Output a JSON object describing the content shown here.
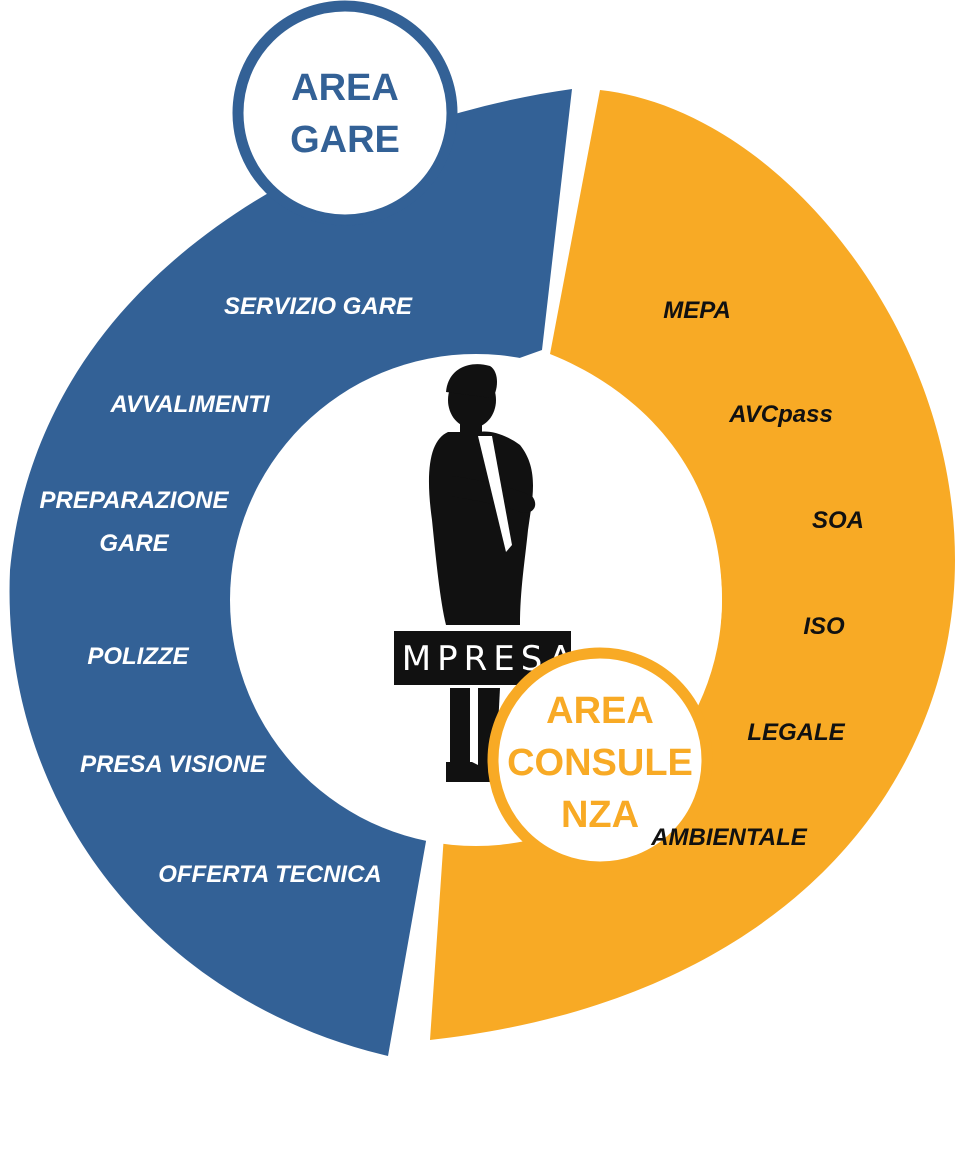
{
  "colors": {
    "left_segment": "#336196",
    "right_segment": "#F8AA25",
    "center": "#ffffff",
    "figure": "#111111"
  },
  "left_badge": {
    "lines": [
      "AREA",
      "GARE"
    ],
    "color": "#336196"
  },
  "right_badge": {
    "lines": [
      "AREA",
      "CONSULE",
      "NZA"
    ],
    "color": "#F8AA25"
  },
  "center_label": "IMPRESA",
  "left_items": [
    {
      "lines": [
        "SERVIZIO GARE"
      ]
    },
    {
      "lines": [
        "AVVALIMENTI"
      ]
    },
    {
      "lines": [
        "PREPARAZIONE",
        "GARE"
      ]
    },
    {
      "lines": [
        "POLIZZE"
      ]
    },
    {
      "lines": [
        "PRESA VISIONE"
      ]
    },
    {
      "lines": [
        "OFFERTA TECNICA"
      ]
    }
  ],
  "right_items": [
    {
      "lines": [
        "MEPA"
      ]
    },
    {
      "lines": [
        "AVCpass"
      ]
    },
    {
      "lines": [
        "SOA"
      ]
    },
    {
      "lines": [
        "ISO"
      ]
    },
    {
      "lines": [
        "LEGALE"
      ]
    },
    {
      "lines": [
        "AMBIENTALE"
      ]
    }
  ]
}
